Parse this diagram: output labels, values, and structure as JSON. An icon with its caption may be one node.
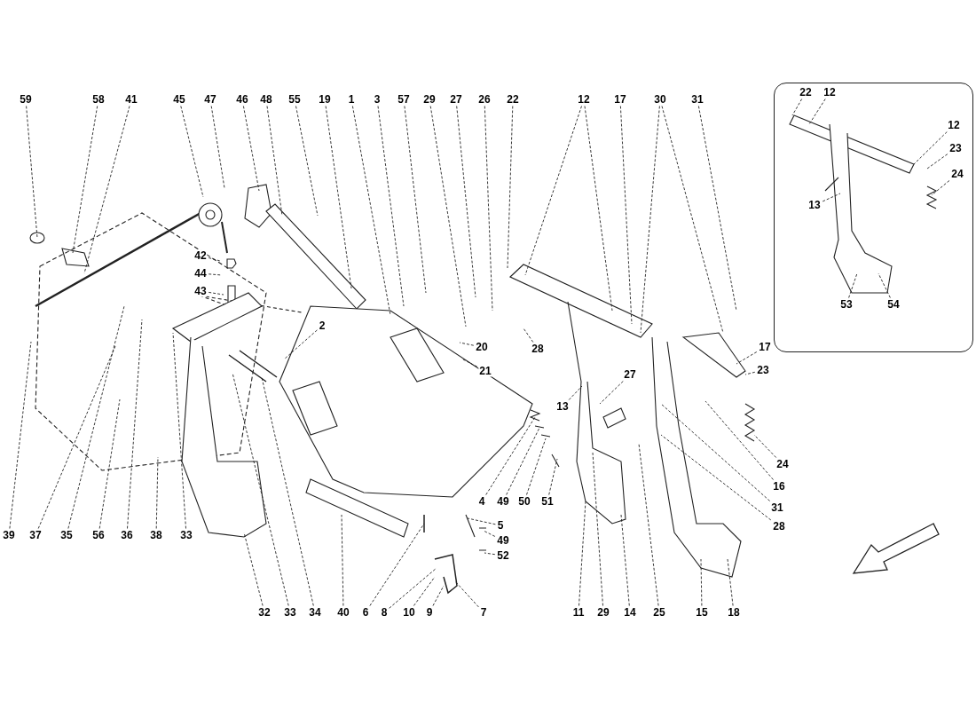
{
  "diagram": {
    "nodes": [
      {
        "text": [
          "59"
        ]
      },
      {
        "text": [
          "58"
        ]
      },
      {
        "text": [
          "41"
        ]
      },
      {
        "text": [
          "45"
        ]
      },
      {
        "text": [
          "47"
        ]
      },
      {
        "text": [
          "46"
        ]
      },
      {
        "text": [
          "48"
        ]
      },
      {
        "text": [
          "55"
        ]
      },
      {
        "text": [
          "19"
        ]
      },
      {
        "text": [
          "1"
        ]
      },
      {
        "text": [
          "3"
        ]
      },
      {
        "text": [
          "57"
        ]
      },
      {
        "text": [
          "29"
        ]
      },
      {
        "text": [
          "27"
        ]
      },
      {
        "text": [
          "26"
        ]
      },
      {
        "text": [
          "22"
        ]
      },
      {
        "text": [
          "12"
        ]
      },
      {
        "text": [
          "17"
        ]
      },
      {
        "text": [
          "30"
        ]
      },
      {
        "text": [
          "31"
        ]
      },
      {
        "text": [],
        "shape": "box"
      },
      {
        "text": [
          "22"
        ],
        "in": 20
      },
      {
        "text": [
          "12"
        ],
        "in": 20
      },
      {
        "text": [
          "12"
        ],
        "in": 20
      },
      {
        "text": [
          "23"
        ],
        "in": 20
      },
      {
        "text": [
          "24"
        ],
        "in": 20
      },
      {
        "text": [
          "13"
        ],
        "in": 20
      },
      {
        "text": [
          "53"
        ],
        "in": 20
      },
      {
        "text": [
          "54"
        ],
        "in": 20
      },
      {
        "text": [
          "42"
        ]
      },
      {
        "text": [
          "44"
        ]
      },
      {
        "text": [
          "43"
        ]
      },
      {
        "text": [
          "2"
        ]
      },
      {
        "text": [
          "20"
        ]
      },
      {
        "text": [
          "21"
        ]
      },
      {
        "text": [
          "28"
        ]
      },
      {
        "text": [
          "13"
        ]
      },
      {
        "text": [
          "27"
        ]
      },
      {
        "text": [
          "17"
        ]
      },
      {
        "text": [
          "23"
        ]
      },
      {
        "text": [
          "24"
        ]
      },
      {
        "text": [
          "16"
        ]
      },
      {
        "text": [
          "31"
        ]
      },
      {
        "text": [
          "28"
        ]
      },
      {
        "text": [
          "4"
        ]
      },
      {
        "text": [
          "49"
        ]
      },
      {
        "text": [
          "50"
        ]
      },
      {
        "text": [
          "51"
        ]
      },
      {
        "text": [
          "5"
        ]
      },
      {
        "text": [
          "49"
        ]
      },
      {
        "text": [
          "52"
        ]
      },
      {
        "text": [
          "39"
        ]
      },
      {
        "text": [
          "37"
        ]
      },
      {
        "text": [
          "35"
        ]
      },
      {
        "text": [
          "56"
        ]
      },
      {
        "text": [
          "36"
        ]
      },
      {
        "text": [
          "38"
        ]
      },
      {
        "text": [
          "33"
        ]
      },
      {
        "text": [
          "32"
        ]
      },
      {
        "text": [
          "33"
        ]
      },
      {
        "text": [
          "34"
        ]
      },
      {
        "text": [
          "40"
        ]
      },
      {
        "text": [
          "6"
        ]
      },
      {
        "text": [
          "8"
        ]
      },
      {
        "text": [
          "10"
        ]
      },
      {
        "text": [
          "9"
        ]
      },
      {
        "text": [
          "7"
        ]
      },
      {
        "text": [
          "11"
        ]
      },
      {
        "text": [
          "29"
        ]
      },
      {
        "text": [
          "14"
        ]
      },
      {
        "text": [
          "25"
        ]
      },
      {
        "text": [
          "15"
        ]
      },
      {
        "text": [
          "18"
        ]
      }
    ],
    "edges": [
      {
        "from": 0,
        "to": null,
        "arrow": "none"
      },
      {
        "from": 1,
        "to": null,
        "arrow": "none"
      },
      {
        "from": 2,
        "to": null,
        "arrow": "none"
      },
      {
        "from": 3,
        "to": null,
        "arrow": "none"
      },
      {
        "from": 4,
        "to": null,
        "arrow": "none"
      },
      {
        "from": 5,
        "to": null,
        "arrow": "none"
      },
      {
        "from": 6,
        "to": null,
        "arrow": "none"
      },
      {
        "from": 7,
        "to": null,
        "arrow": "none"
      },
      {
        "from": 8,
        "to": null,
        "arrow": "none"
      },
      {
        "from": 9,
        "to": null,
        "arrow": "none"
      },
      {
        "from": 10,
        "to": null,
        "arrow": "none"
      },
      {
        "from": 11,
        "to": null,
        "arrow": "none"
      },
      {
        "from": 12,
        "to": null,
        "arrow": "none"
      },
      {
        "from": 13,
        "to": null,
        "arrow": "none"
      },
      {
        "from": 14,
        "to": null,
        "arrow": "none"
      },
      {
        "from": 15,
        "to": null,
        "arrow": "none"
      },
      {
        "from": 16,
        "to": null,
        "arrow": "none"
      },
      {
        "from": 16,
        "to": null,
        "arrow": "none"
      },
      {
        "from": 17,
        "to": null,
        "arrow": "none"
      },
      {
        "from": 18,
        "to": null,
        "arrow": "none"
      },
      {
        "from": 18,
        "to": null,
        "arrow": "none"
      },
      {
        "from": 19,
        "to": null,
        "arrow": "none"
      },
      {
        "from": 21,
        "to": null,
        "arrow": "none"
      },
      {
        "from": 22,
        "to": null,
        "arrow": "none"
      },
      {
        "from": 23,
        "to": null,
        "arrow": "none"
      },
      {
        "from": 24,
        "to": null,
        "arrow": "none"
      },
      {
        "from": 25,
        "to": null,
        "arrow": "none"
      },
      {
        "from": 26,
        "to": null,
        "arrow": "none"
      },
      {
        "from": 27,
        "to": null,
        "arrow": "none"
      },
      {
        "from": 28,
        "to": null,
        "arrow": "none"
      },
      {
        "from": 29,
        "to": null,
        "arrow": "none"
      },
      {
        "from": 30,
        "to": null,
        "arrow": "none"
      },
      {
        "from": 31,
        "to": null,
        "arrow": "none"
      },
      {
        "from": 32,
        "to": null,
        "arrow": "none"
      },
      {
        "from": 33,
        "to": null,
        "arrow": "none"
      },
      {
        "from": 34,
        "to": null,
        "arrow": "none"
      },
      {
        "from": 35,
        "to": null,
        "arrow": "none"
      },
      {
        "from": 36,
        "to": null,
        "arrow": "none"
      },
      {
        "from": 37,
        "to": null,
        "arrow": "none"
      },
      {
        "from": 38,
        "to": null,
        "arrow": "none"
      },
      {
        "from": 39,
        "to": null,
        "arrow": "none"
      },
      {
        "from": 40,
        "to": null,
        "arrow": "none"
      },
      {
        "from": 41,
        "to": null,
        "arrow": "none"
      },
      {
        "from": 42,
        "to": null,
        "arrow": "none"
      },
      {
        "from": 43,
        "to": null,
        "arrow": "none"
      },
      {
        "from": 44,
        "to": null,
        "arrow": "none"
      },
      {
        "from": 45,
        "to": null,
        "arrow": "none"
      },
      {
        "from": 46,
        "to": null,
        "arrow": "none"
      },
      {
        "from": 47,
        "to": null,
        "arrow": "none"
      },
      {
        "from": 48,
        "to": null,
        "arrow": "none"
      },
      {
        "from": 49,
        "to": null,
        "arrow": "none"
      },
      {
        "from": 50,
        "to": null,
        "arrow": "none"
      },
      {
        "from": 51,
        "to": null,
        "arrow": "none"
      },
      {
        "from": 52,
        "to": null,
        "arrow": "none"
      },
      {
        "from": 53,
        "to": null,
        "arrow": "none"
      },
      {
        "from": 54,
        "to": null,
        "arrow": "none"
      },
      {
        "from": 55,
        "to": null,
        "arrow": "none"
      },
      {
        "from": 56,
        "to": null,
        "arrow": "none"
      },
      {
        "from": 57,
        "to": null,
        "arrow": "none"
      },
      {
        "from": 58,
        "to": null,
        "arrow": "none"
      },
      {
        "from": 59,
        "to": null,
        "arrow": "none"
      },
      {
        "from": 60,
        "to": null,
        "arrow": "none"
      },
      {
        "from": 61,
        "to": null,
        "arrow": "none"
      },
      {
        "from": 62,
        "to": null,
        "arrow": "none"
      },
      {
        "from": 63,
        "to": null,
        "arrow": "none"
      },
      {
        "from": 64,
        "to": null,
        "arrow": "none"
      },
      {
        "from": 65,
        "to": null,
        "arrow": "none"
      },
      {
        "from": 66,
        "to": null,
        "arrow": "none"
      },
      {
        "from": 67,
        "to": null,
        "arrow": "none"
      },
      {
        "from": 68,
        "to": null,
        "arrow": "none"
      },
      {
        "from": 69,
        "to": null,
        "arrow": "none"
      },
      {
        "from": 70,
        "to": null,
        "arrow": "none"
      },
      {
        "from": 71,
        "to": null,
        "arrow": "none"
      },
      {
        "from": 72,
        "to": null,
        "arrow": "none"
      }
    ]
  }
}
